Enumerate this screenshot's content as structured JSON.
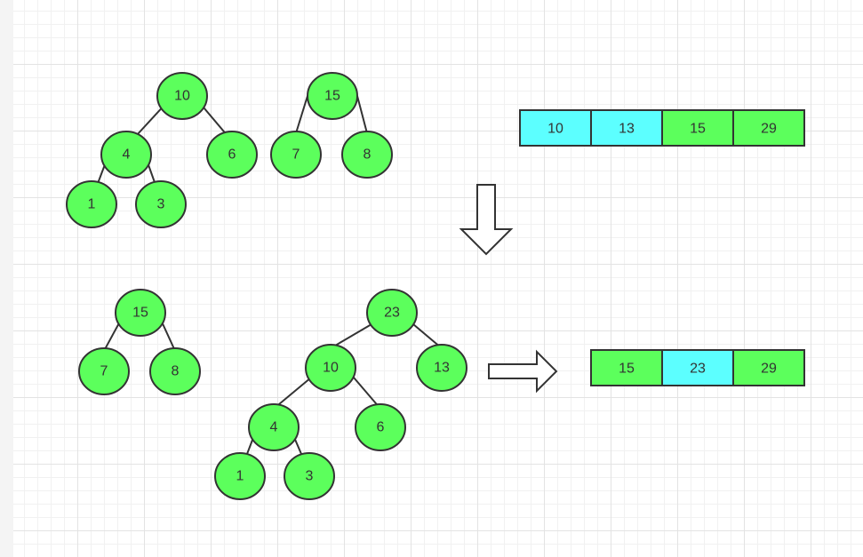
{
  "colors": {
    "node_fill": "#5cff5c",
    "cell_green": "#5cff5c",
    "cell_cyan": "#5cffff",
    "stroke": "#333333"
  },
  "step1": {
    "tree_a": {
      "root": "10",
      "left": "4",
      "right": "6",
      "left_left": "1",
      "left_right": "3"
    },
    "tree_b": {
      "root": "15",
      "left": "7",
      "right": "8"
    },
    "array": [
      "10",
      "13",
      "15",
      "29"
    ],
    "array_highlight": [
      true,
      true,
      false,
      false
    ]
  },
  "step2": {
    "tree_b": {
      "root": "15",
      "left": "7",
      "right": "8"
    },
    "tree_merged": {
      "root": "23",
      "left": "10",
      "right": "13",
      "left_left": "4",
      "left_right": "6",
      "lll": "1",
      "llr": "3"
    },
    "array": [
      "15",
      "23",
      "29"
    ],
    "array_highlight": [
      false,
      true,
      false
    ]
  }
}
